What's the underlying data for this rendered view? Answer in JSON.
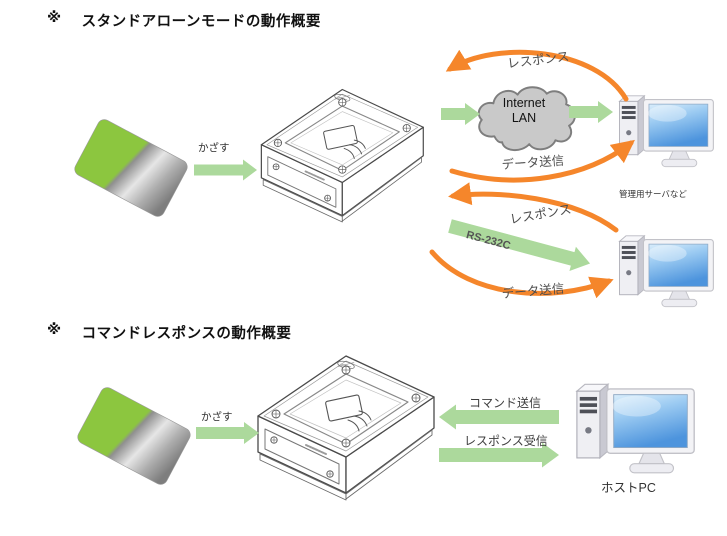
{
  "colors": {
    "green_arrow": "#ACD99C",
    "orange_arrow": "#F5862B",
    "cloud_fill": "#C9C9C9",
    "cloud_stroke": "#7E7E7E",
    "card_green": "#8CC63F",
    "screen_blue": "#4D94DD"
  },
  "sections": {
    "standalone": {
      "marker": "※",
      "title": "スタンドアローンモードの動作概要",
      "kazasu_label": "かざす",
      "cloud_line1": "Internet",
      "cloud_line2": "LAN",
      "lan_response_label": "レスポンス",
      "lan_send_label": "データ送信",
      "server_caption": "管理用サーバなど",
      "serial_response_label": "レスポンス",
      "serial_link_label": "RS-232C",
      "serial_send_label": "データ送信"
    },
    "command": {
      "marker": "※",
      "title": "コマンドレスポンスの動作概要",
      "kazasu_label": "かざす",
      "command_send_label": "コマンド送信",
      "response_recv_label": "レスポンス受信",
      "host_pc_caption": "ホストPC"
    }
  }
}
